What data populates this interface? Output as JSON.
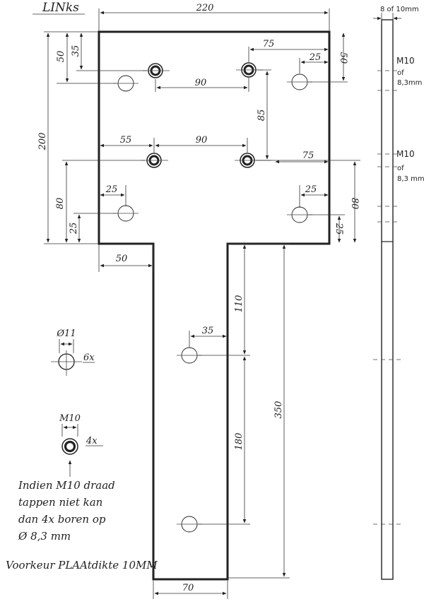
{
  "title": "LINks",
  "dimensions": {
    "top_width": "220",
    "left_height_total": "200",
    "left_50": "50",
    "left_35": "35",
    "left_80": "80",
    "left_25": "25",
    "right_50": "50",
    "right_80": "80",
    "right_25": "25",
    "row1_75": "75",
    "row1_25": "25",
    "row1_90": "90",
    "vert_85": "85",
    "row2_55": "55",
    "row2_90": "90",
    "row2_75": "75",
    "row3_25_left": "25",
    "row3_25_right": "25",
    "shoulder_50": "50",
    "stem_110": "110",
    "stem_35": "35",
    "stem_180": "180",
    "stem_350": "350",
    "stem_70": "70"
  },
  "side_view": {
    "thickness": "8 of 10mm",
    "m10_top": "M10",
    "of_top": "of",
    "mm_top": "8,3mm",
    "m10_mid": "M10",
    "of_mid": "of",
    "mm_mid": "8,3 mm"
  },
  "legend": {
    "hole11_label": "Ø11",
    "hole11_count": "6x",
    "m10_label": "M10",
    "m10_count": "4x"
  },
  "notes": {
    "line1": "Indien M10 draad",
    "line2": "tappen niet kan",
    "line3": "dan 4x boren op",
    "line4": "Ø 8,3 mm",
    "line5": "Voorkeur PLAAtdikte 10MM"
  }
}
